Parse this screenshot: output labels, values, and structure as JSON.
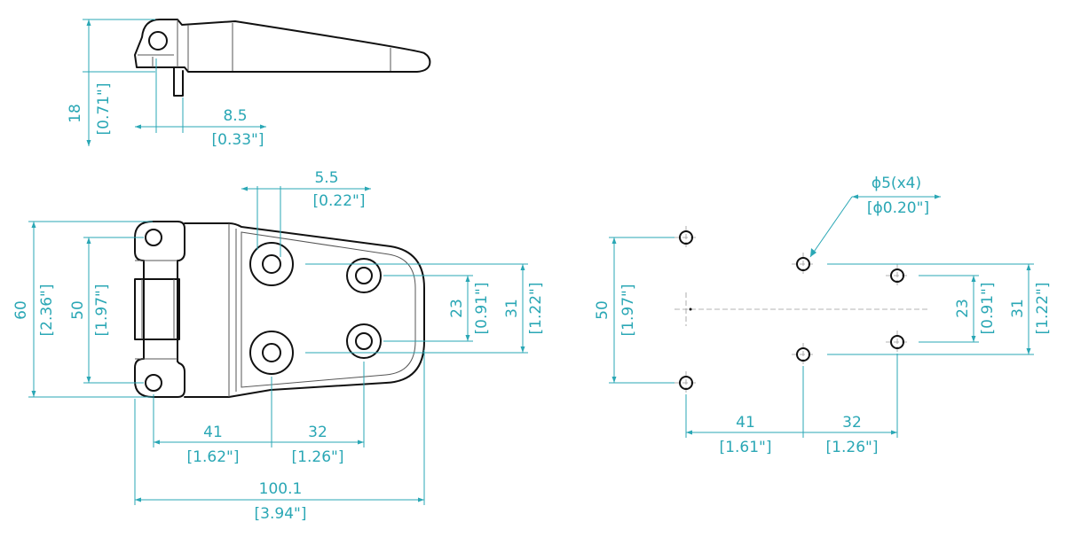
{
  "colors": {
    "dimension": "#2aa7b5",
    "part": "#111111"
  },
  "side_view": {
    "height_mm": "18",
    "height_in": "[0.71\"]",
    "offset_mm": "8.5",
    "offset_in": "[0.33\"]"
  },
  "front_view": {
    "hole_offset_mm": "5.5",
    "hole_offset_in": "[0.22\"]",
    "height_mm": "60",
    "height_in": "[2.36\"]",
    "pin_spacing_mm": "50",
    "pin_spacing_in": "[1.97\"]",
    "inner_hole_spacing_mm": "23",
    "inner_hole_spacing_in": "[0.91\"]",
    "outer_hole_spacing_mm": "31",
    "outer_hole_spacing_in": "[1.22\"]",
    "x_spacing_1_mm": "41",
    "x_spacing_1_in": "[1.62\"]",
    "x_spacing_2_mm": "32",
    "x_spacing_2_in": "[1.26\"]",
    "length_mm": "100.1",
    "length_in": "[3.94\"]"
  },
  "hole_pattern": {
    "diameter_label": "ϕ5(x4)",
    "diameter_in": "[ϕ0.20\"]",
    "pin_spacing_mm": "50",
    "pin_spacing_in": "[1.97\"]",
    "inner_hole_spacing_mm": "23",
    "inner_hole_spacing_in": "[0.91\"]",
    "outer_hole_spacing_mm": "31",
    "outer_hole_spacing_in": "[1.22\"]",
    "x_spacing_1_mm": "41",
    "x_spacing_1_in": "[1.61\"]",
    "x_spacing_2_mm": "32",
    "x_spacing_2_in": "[1.26\"]"
  }
}
